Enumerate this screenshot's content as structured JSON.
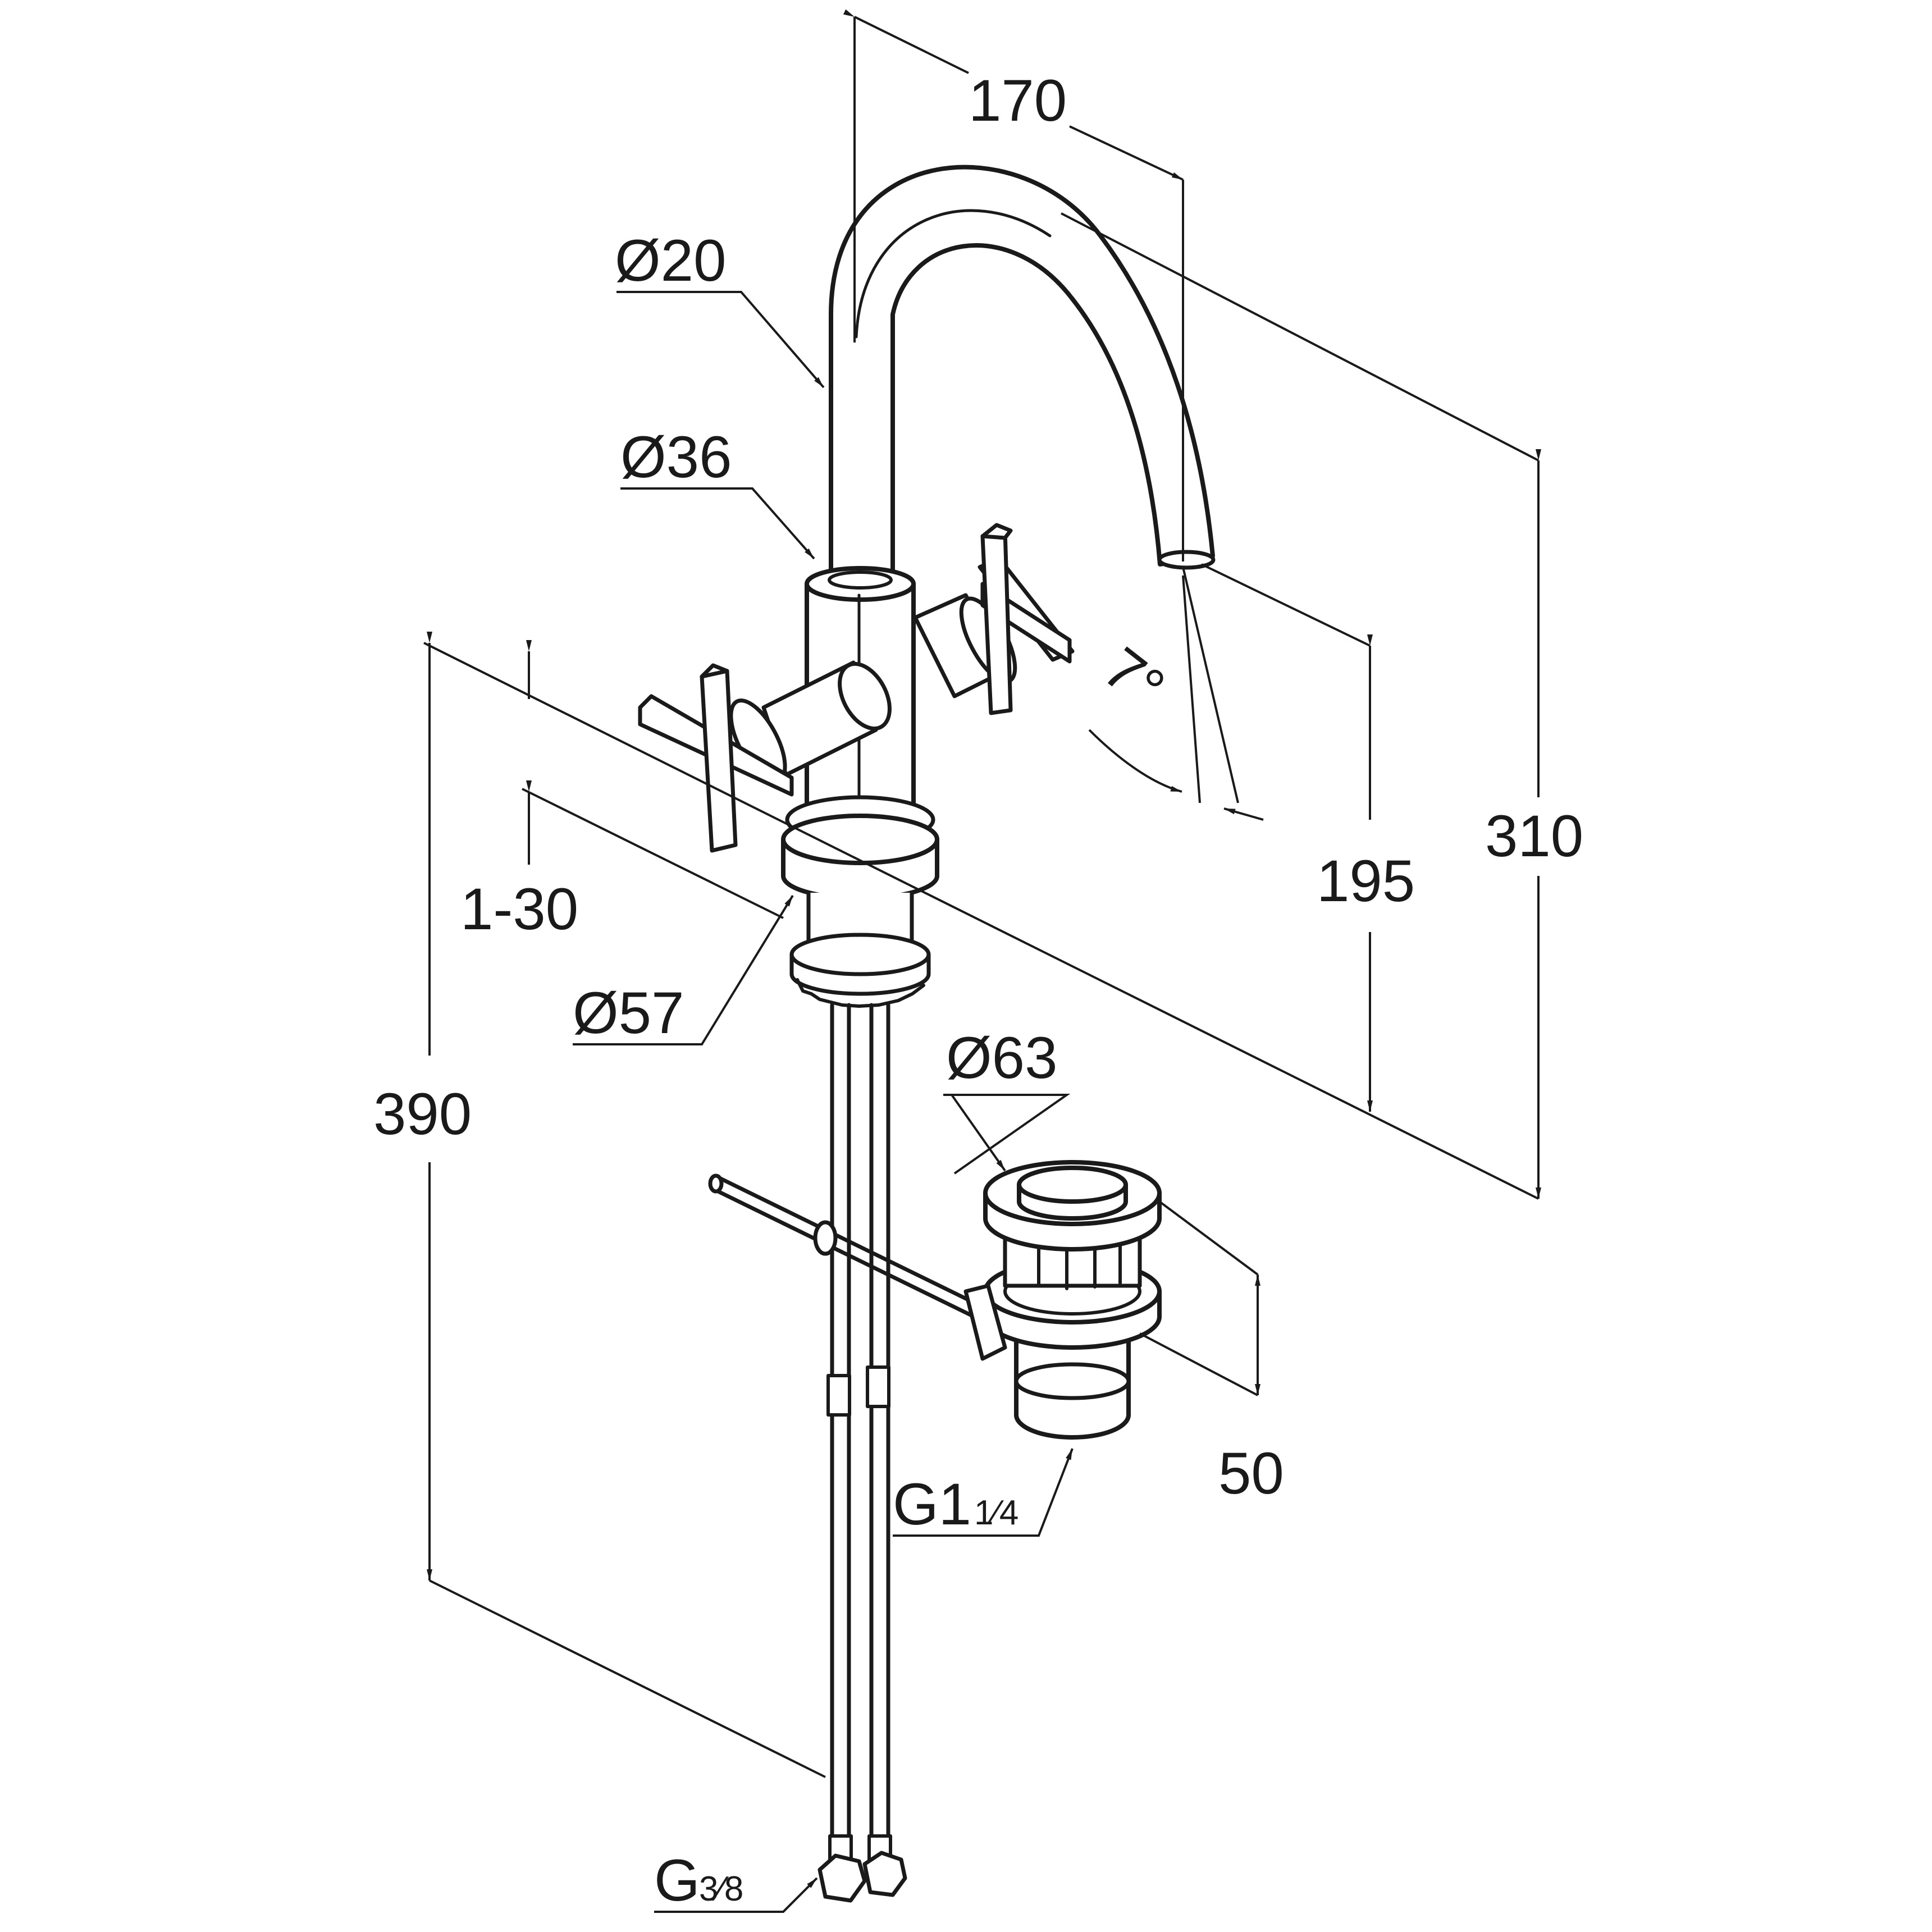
{
  "diagram": {
    "labels": {
      "width_170": "170",
      "pipe_dia_20": "Ø20",
      "body_dia_36": "Ø36",
      "angle_7": "7°",
      "height_310": "310",
      "height_195": "195",
      "range_1_30": "1-30",
      "base_dia_57": "Ø57",
      "total_390": "390",
      "drain_dia_63": "Ø63",
      "drain_50": "50",
      "thread_g1": "G1",
      "thread_g1_frac": "1⁄4",
      "thread_g": "G",
      "thread_g_frac": "3⁄8"
    }
  }
}
